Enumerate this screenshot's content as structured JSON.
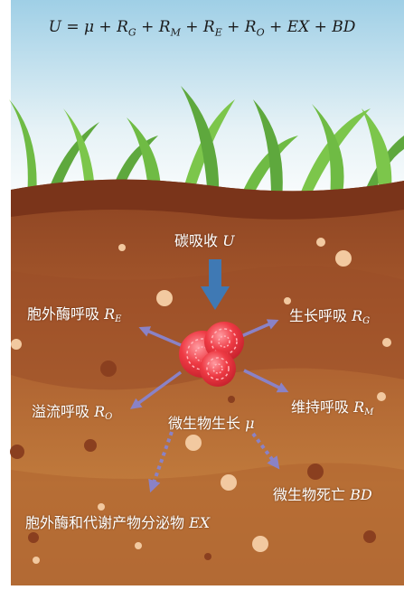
{
  "equation": "U = μ + R_G + R_M + R_E + R_O + EX + BD",
  "labels": {
    "carbon_uptake": {
      "text": "碳吸收",
      "symbol": "U"
    },
    "enzyme_resp": {
      "text": "胞外酶呼吸",
      "symbol": "R",
      "sub": "E"
    },
    "growth_resp": {
      "text": "生长呼吸",
      "symbol": "R",
      "sub": "G"
    },
    "maintenance_resp": {
      "text": "维持呼吸",
      "symbol": "R",
      "sub": "M"
    },
    "overflow_resp": {
      "text": "溢流呼吸",
      "symbol": "R",
      "sub": "O"
    },
    "microbial_growth": {
      "text": "微生物生长",
      "symbol": "μ"
    },
    "microbial_death": {
      "text": "微生物死亡",
      "symbol": "BD"
    },
    "exudates": {
      "text": "胞外酶和代谢产物分泌物",
      "symbol": "EX"
    }
  },
  "colors": {
    "sky_top": "#8fc6df",
    "soil_dark": "#7b3a1e",
    "soil_mid": "#a4552b",
    "soil_light": "#c27c3f",
    "arrow_blue": "#3f79b4",
    "arrow_purple": "#8a82c6",
    "microbe_red": "#e8333b"
  }
}
